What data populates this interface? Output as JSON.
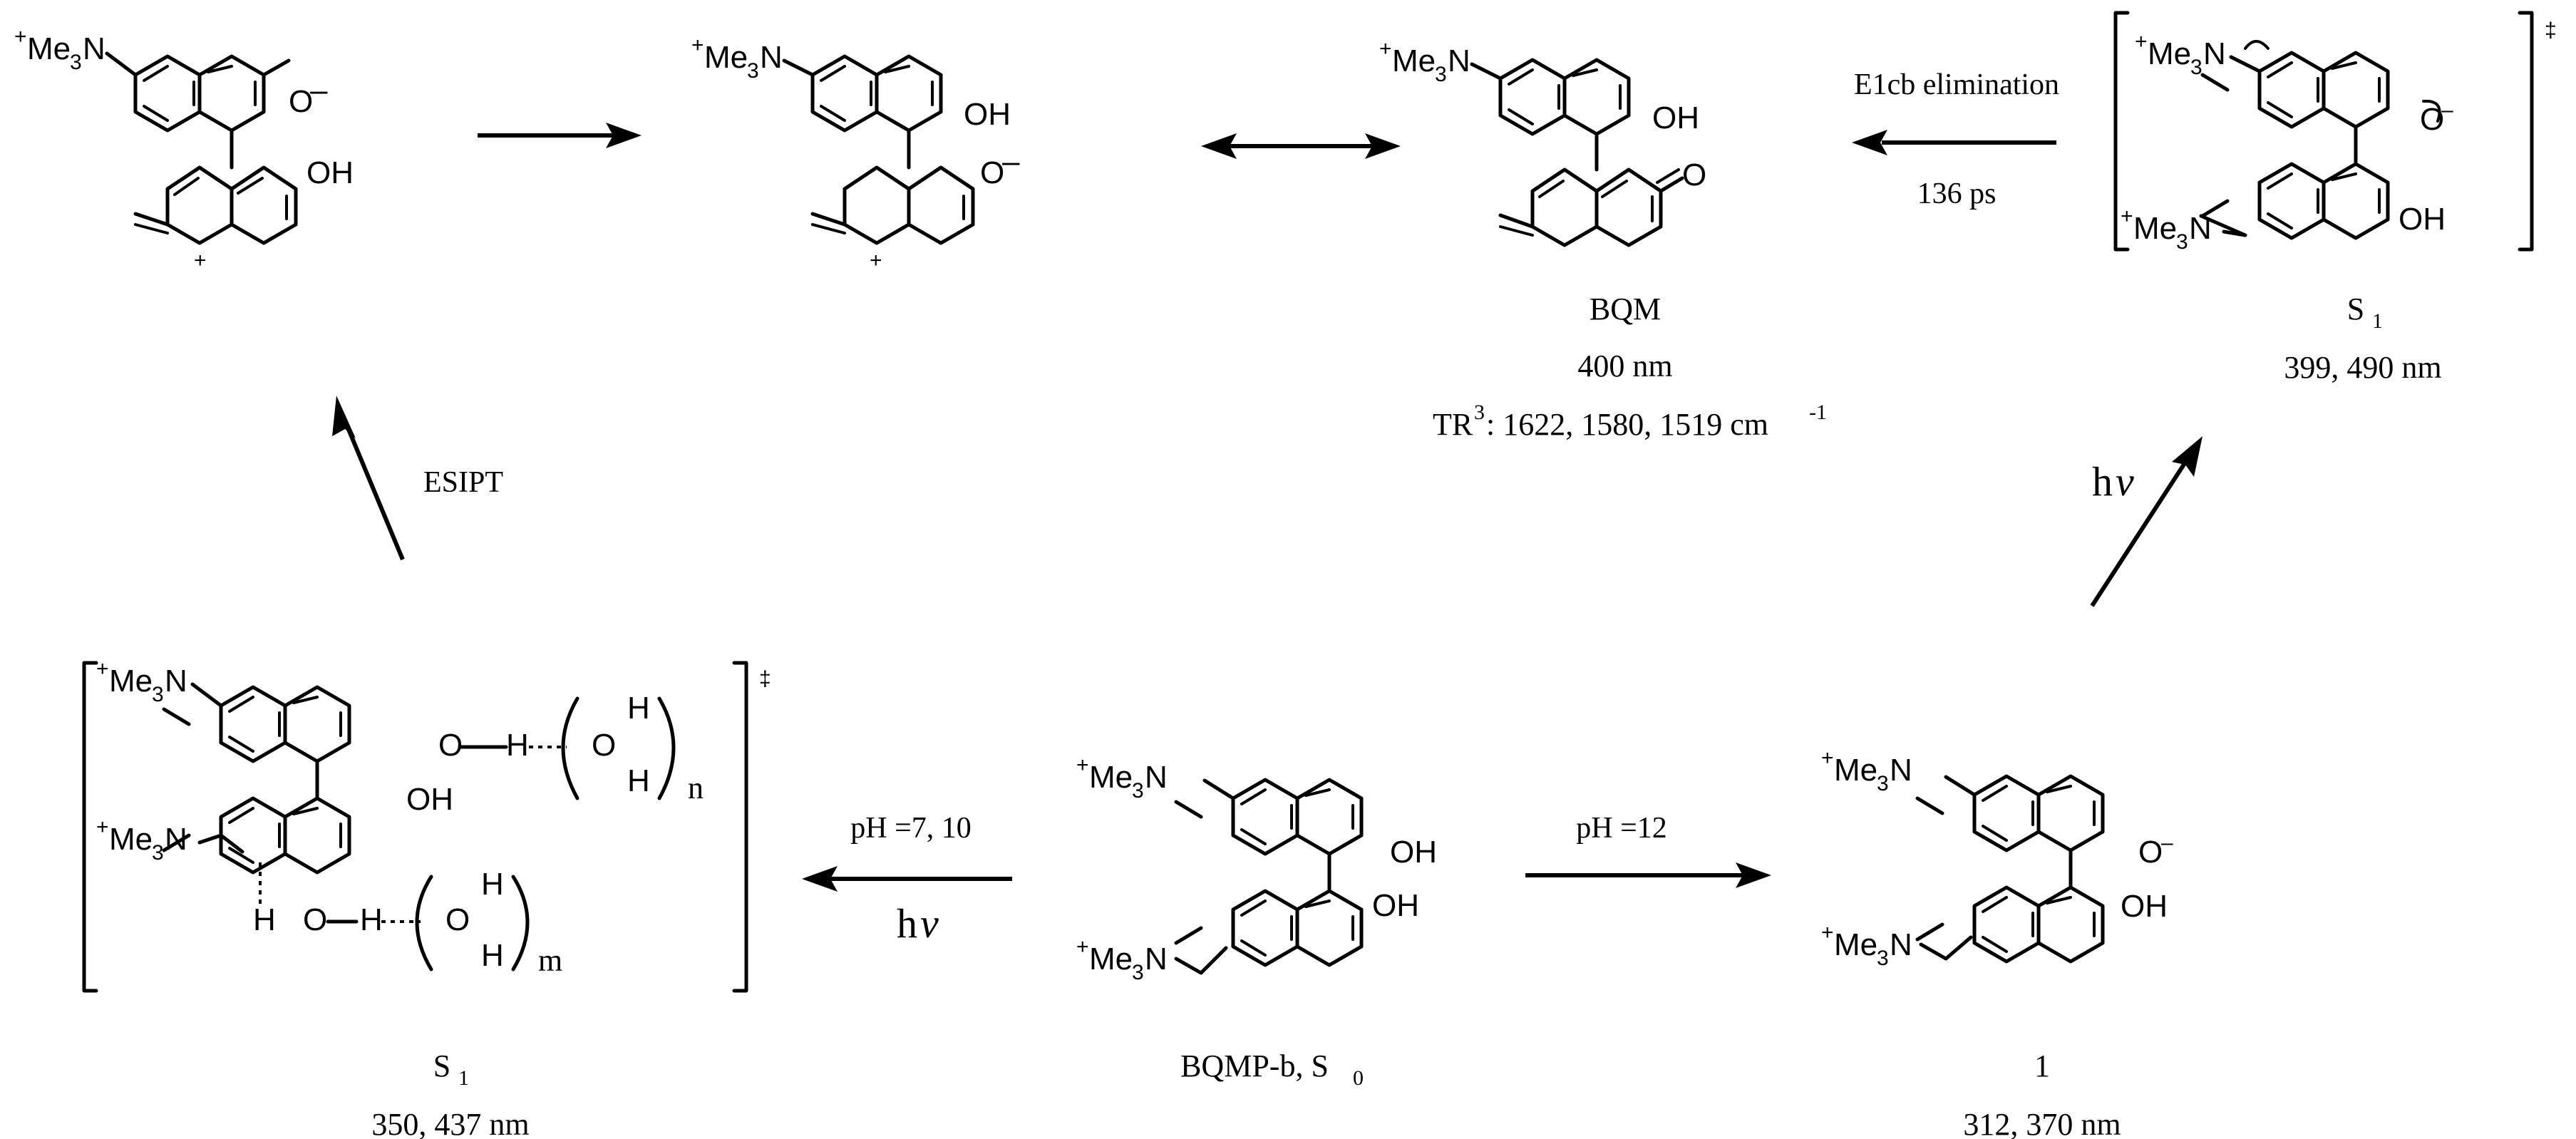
{
  "substituent": {
    "base": "Me",
    "sub3": "3",
    "N": "N",
    "plus": "+"
  },
  "atoms": {
    "O": "O",
    "OH": "OH",
    "H": "H",
    "minus": "–",
    "cation": "+"
  },
  "dagger": "‡",
  "caption_bqm": {
    "name": "BQM",
    "abs": "400 nm",
    "tr_prefix": "TR",
    "tr_sup": "3",
    "tr_values": ": 1622, 1580, 1519 cm",
    "tr_unit_sup": "-1"
  },
  "caption_s1_top": {
    "name": "S",
    "sub": "1",
    "abs": "399, 490 nm"
  },
  "caption_s1_left": {
    "name": "S",
    "sub": "1",
    "abs": "350, 437 nm"
  },
  "caption_bqmp": {
    "name": "BQMP-b, S",
    "sub": "0"
  },
  "caption_anion": {
    "name": "1",
    "abs": "312, 370 nm"
  },
  "arrows": {
    "e1cb_label": "E1cb elimination",
    "e1cb_time": "136 ps",
    "esipt_label": "ESIPT",
    "ph_left": "pH =7, 10",
    "ph_right": "pH =12",
    "hv": "h",
    "hv_nu": "ν"
  },
  "water_clusters": {
    "n": "n",
    "m": "m"
  }
}
